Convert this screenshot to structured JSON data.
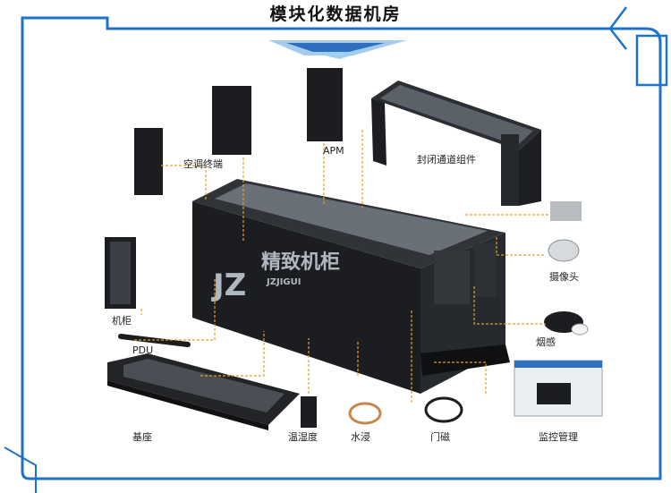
{
  "title": "模块化数据机房",
  "watermark": {
    "logo": "JZ",
    "cn": "精致机柜",
    "en": "JZJIGUI"
  },
  "labels": {
    "ac_terminal": "空调终端",
    "apm": "APM",
    "enclosed_aisle": "封闭通道组件",
    "cabinet": "机柜",
    "pdu": "PDU",
    "camera": "摄像头",
    "smoke": "烟感",
    "base": "基座",
    "temp_humidity": "温湿度",
    "water_leak": "水浸",
    "door_magnet": "门磁",
    "monitoring": "监控管理"
  },
  "colors": {
    "frame": "#1e73c8",
    "leader": "#e8a020",
    "equipment": "#1b1d20"
  }
}
